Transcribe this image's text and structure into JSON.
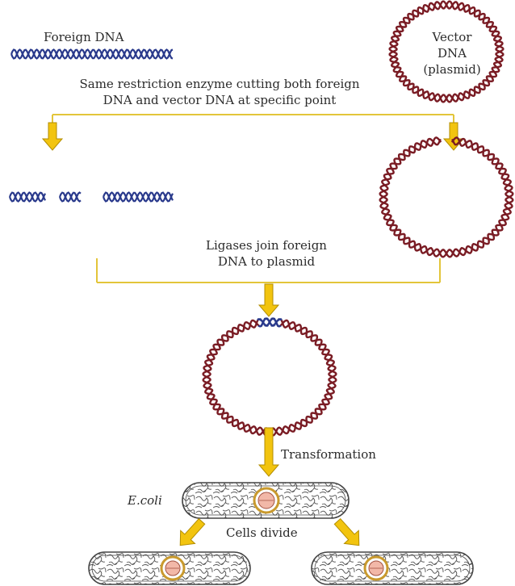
{
  "labels": {
    "foreign_dna": "Foreign DNA",
    "vector_line1": "Vector",
    "vector_line2": "DNA",
    "vector_line3": "(plasmid)",
    "restriction_line1": "Same restriction enzyme cutting both foreign",
    "restriction_line2": "DNA and vector DNA at specific point",
    "ligase_line1": "Ligases join foreign",
    "ligase_line2": "DNA to plasmid",
    "transformation": "Transformation",
    "ecoli": "E.coli",
    "cells_divide": "Cells divide"
  },
  "colors": {
    "foreign_dna": "#2a3a8c",
    "plasmid_dna": "#7a1c24",
    "bracket": "#e3c53a",
    "arrow": "#f2c40f",
    "arrow_outline": "#b38d00",
    "cell_outline": "#444444",
    "nucleus_ring": "#c99a2e",
    "nucleus_fill": "#f2b8a8"
  }
}
